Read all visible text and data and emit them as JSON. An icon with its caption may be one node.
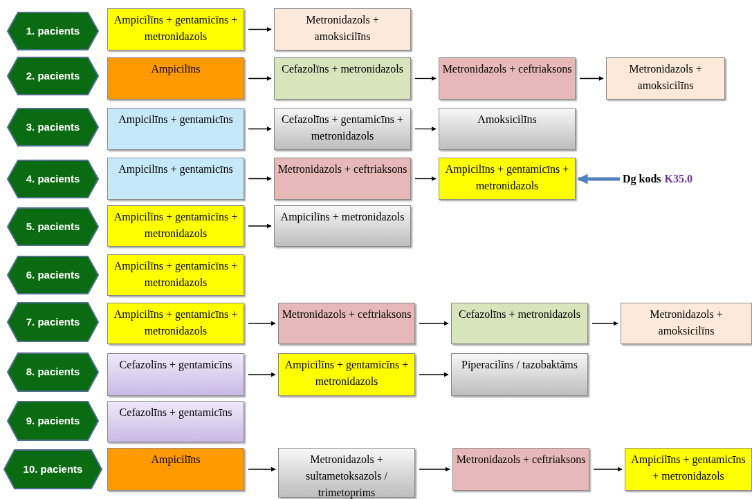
{
  "diagram": {
    "nodes": [
      {
        "text": [
          "1. pacients"
        ]
      },
      {
        "text": [
          "Ampicilīns + gentamicīns + metronidazols"
        ]
      },
      {
        "text": [
          "Metronidazols + amoksicilīns"
        ]
      },
      {
        "text": [
          "2. pacients"
        ]
      },
      {
        "text": [
          "Ampicilīns"
        ]
      },
      {
        "text": [
          "Cefazolīns + metronidazols"
        ]
      },
      {
        "text": [
          "Metronidazols + ceftriaksons"
        ]
      },
      {
        "text": [
          "Metronidazols + amoksicilīns"
        ]
      },
      {
        "text": [
          "3. pacients"
        ]
      },
      {
        "text": [
          "Ampicilīns + gentamicīns"
        ]
      },
      {
        "text": [
          "Cefazolīns + gentamicīns + metronidazols"
        ]
      },
      {
        "text": [
          "Amoksicilīns"
        ]
      },
      {
        "text": [
          "4. pacients"
        ]
      },
      {
        "text": [
          "Ampicilīns + gentamicīns"
        ]
      },
      {
        "text": [
          "Metronidazols + ceftriaksons"
        ]
      },
      {
        "text": [
          "Ampicilīns + gentamicīns + metronidazols"
        ]
      },
      {
        "text": [
          "Dg kods",
          "K35.0"
        ]
      },
      {
        "text": [
          "5. pacients"
        ]
      },
      {
        "text": [
          "Ampicilīns + gentamicīns + metronidazols"
        ]
      },
      {
        "text": [
          "Ampicilīns + metronidazols"
        ]
      },
      {
        "text": [
          "6. pacients"
        ]
      },
      {
        "text": [
          "Ampicilīns + gentamicīns + metronidazols"
        ]
      },
      {
        "text": [
          "7. pacients"
        ]
      },
      {
        "text": [
          "Ampicilīns + gentamicīns + metronidazols"
        ]
      },
      {
        "text": [
          "Metronidazols + ceftriaksons"
        ]
      },
      {
        "text": [
          "Cefazolīns + metronidazols"
        ]
      },
      {
        "text": [
          "Metronidazols + amoksicilīns"
        ]
      },
      {
        "text": [
          "8. pacients"
        ]
      },
      {
        "text": [
          "Cefazolīns + gentamicīns"
        ]
      },
      {
        "text": [
          "Ampicilīns + gentamicīns + metronidazols"
        ]
      },
      {
        "text": [
          "Piperacilīns / tazobaktāms"
        ]
      },
      {
        "text": [
          "9. pacients"
        ]
      },
      {
        "text": [
          "Cefazolīns + gentamicīns"
        ]
      },
      {
        "text": [
          "10. pacients"
        ]
      },
      {
        "text": [
          "Ampicilīns"
        ]
      },
      {
        "text": [
          "Metronidazols + sultametoksazols / trimetoprims"
        ]
      },
      {
        "text": [
          "Metronidazols + ceftriaksons"
        ]
      },
      {
        "text": [
          "Ampicilīns + gentamicīns + metronidazols"
        ]
      }
    ],
    "edges": [
      {
        "from": 1,
        "to": 2,
        "arrow": "to"
      },
      {
        "from": 4,
        "to": 5,
        "arrow": "to"
      },
      {
        "from": 5,
        "to": 6,
        "arrow": "to"
      },
      {
        "from": 6,
        "to": 7,
        "arrow": "to"
      },
      {
        "from": 9,
        "to": 10,
        "arrow": "to"
      },
      {
        "from": 10,
        "to": 11,
        "arrow": "to"
      },
      {
        "from": 13,
        "to": 14,
        "arrow": "to"
      },
      {
        "from": 14,
        "to": 15,
        "arrow": "to"
      },
      {
        "from": 16,
        "to": 15,
        "arrow": "to",
        "style": "thick",
        "color": "#4f81bd"
      },
      {
        "from": 18,
        "to": 19,
        "arrow": "to"
      },
      {
        "from": 23,
        "to": 24,
        "arrow": "to"
      },
      {
        "from": 24,
        "to": 25,
        "arrow": "to"
      },
      {
        "from": 25,
        "to": 26,
        "arrow": "to"
      },
      {
        "from": 28,
        "to": 29,
        "arrow": "to"
      },
      {
        "from": 29,
        "to": 30,
        "arrow": "to"
      },
      {
        "from": 34,
        "to": 35,
        "arrow": "to"
      },
      {
        "from": 35,
        "to": 36,
        "arrow": "to"
      },
      {
        "from": 36,
        "to": 37,
        "arrow": "to"
      }
    ]
  }
}
